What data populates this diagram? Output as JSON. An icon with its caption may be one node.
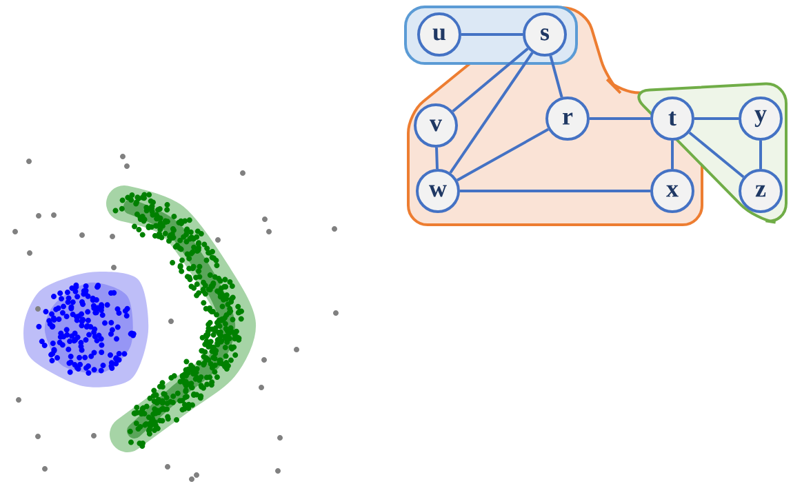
{
  "diagram": {
    "nodes": [
      {
        "text": [
          "u"
        ]
      },
      {
        "text": [
          "s"
        ]
      },
      {
        "text": [
          "v"
        ]
      },
      {
        "text": [
          "r"
        ]
      },
      {
        "text": [
          "t"
        ]
      },
      {
        "text": [
          "y"
        ]
      },
      {
        "text": [
          "w"
        ]
      },
      {
        "text": [
          "x"
        ]
      },
      {
        "text": [
          "z"
        ]
      }
    ],
    "edges": [
      {
        "from": 0,
        "to": 1,
        "arrow": "none"
      },
      {
        "from": 1,
        "to": 2,
        "arrow": "none"
      },
      {
        "from": 1,
        "to": 6,
        "arrow": "none"
      },
      {
        "from": 1,
        "to": 3,
        "arrow": "none"
      },
      {
        "from": 3,
        "to": 4,
        "arrow": "none"
      },
      {
        "from": 4,
        "to": 5,
        "arrow": "none"
      },
      {
        "from": 2,
        "to": 6,
        "arrow": "none"
      },
      {
        "from": 6,
        "to": 3,
        "arrow": "none"
      },
      {
        "from": 6,
        "to": 7,
        "arrow": "none"
      },
      {
        "from": 4,
        "to": 7,
        "arrow": "none"
      },
      {
        "from": 4,
        "to": 8,
        "arrow": "none"
      },
      {
        "from": 5,
        "to": 8,
        "arrow": "none"
      }
    ]
  }
}
